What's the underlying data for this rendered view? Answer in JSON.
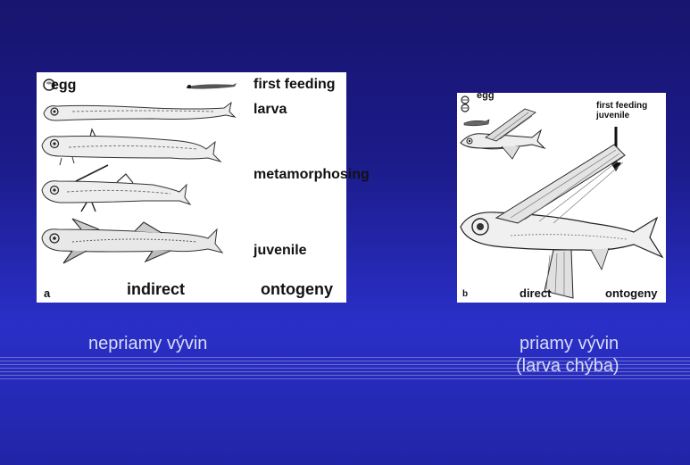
{
  "left_figure": {
    "egg": "egg",
    "first_feeding": "first feeding",
    "larva": "larva",
    "metamorphosing": "metamorphosing",
    "juvenile": "juvenile",
    "panel_letter": "a",
    "mode": "indirect",
    "ontogeny": "ontogeny"
  },
  "right_figure": {
    "egg": "egg",
    "first_feeding": "first feeding",
    "juvenile": "juvenile",
    "panel_letter": "b",
    "mode": "direct",
    "ontogeny": "ontogeny"
  },
  "captions": {
    "left": "nepriamy vývin",
    "right_line1": "priamy vývin",
    "right_line2": "(larva chýba)"
  }
}
